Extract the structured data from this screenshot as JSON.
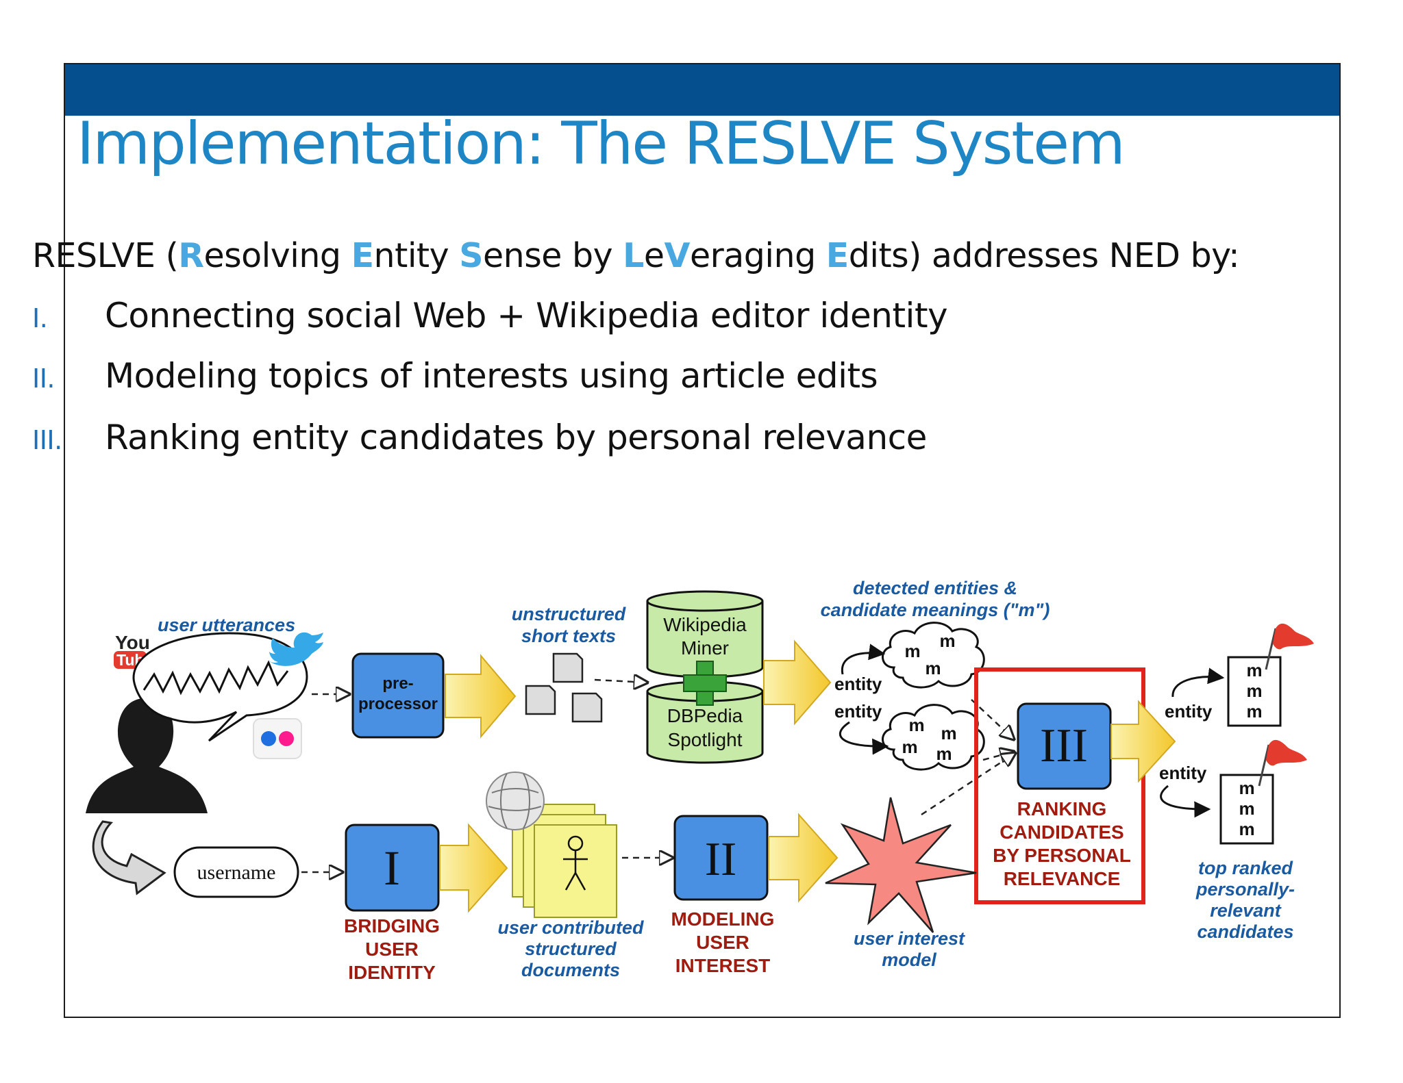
{
  "slide": {
    "title": "Implementation: The RESLVE System",
    "intro": {
      "prefix": "RESLVE (",
      "r": "R",
      "p1": "esolving ",
      "e1": "E",
      "p2": "ntity ",
      "s": "S",
      "p3": "ense by ",
      "l": "L",
      "p4": "e",
      "v": "V",
      "p5": "eraging ",
      "e2": "E",
      "suffix": "dits) addresses NED by:"
    },
    "items": [
      {
        "num": "I.",
        "text": "Connecting social Web + Wikipedia editor identity"
      },
      {
        "num": "II.",
        "text": "Modeling topics of interests using article edits"
      },
      {
        "num": "III.",
        "text": "Ranking entity candidates by personal relevance"
      }
    ]
  },
  "diagram": {
    "user_utterances": "user utterances",
    "youtube_top": "You",
    "youtube_bottom": "Tube",
    "preprocessor_1": "pre-",
    "preprocessor_2": "processor",
    "unstructured_1": "unstructured",
    "unstructured_2": "short texts",
    "wiki_miner_1": "Wikipedia",
    "wiki_miner_2": "Miner",
    "dbpedia_1": "DBPedia",
    "dbpedia_2": "Spotlight",
    "detected_1": "detected entities &",
    "detected_2": "candidate meanings (\"m\")",
    "entity": "entity",
    "m": "m",
    "stage_3_numeral": "III",
    "stage_3_label": [
      "RANKING",
      "CANDIDATES",
      "BY PERSONAL",
      "RELEVANCE"
    ],
    "username": "username",
    "stage_1_numeral": "I",
    "stage_1_label": [
      "BRIDGING",
      "USER",
      "IDENTITY"
    ],
    "documents_label": [
      "user contributed",
      "structured",
      "documents"
    ],
    "stage_2_numeral": "II",
    "stage_2_label": [
      "MODELING",
      "USER",
      "INTEREST"
    ],
    "interest_model": [
      "user interest",
      "model"
    ],
    "top_ranked": [
      "top ranked",
      "personally-",
      "relevant",
      "candidates"
    ]
  },
  "colors": {
    "band": "#064f8f",
    "title": "#1e86c5",
    "highlight": "#4aa8e0",
    "stage_box": "#4a90e2",
    "stage_label": "#a01c10",
    "annotation": "#1a5aa0",
    "highlight_frame": "#e0241b",
    "db_green": "#c8eaa8",
    "arrow_yellow": "#f6d94a",
    "star": "#f68a82"
  }
}
